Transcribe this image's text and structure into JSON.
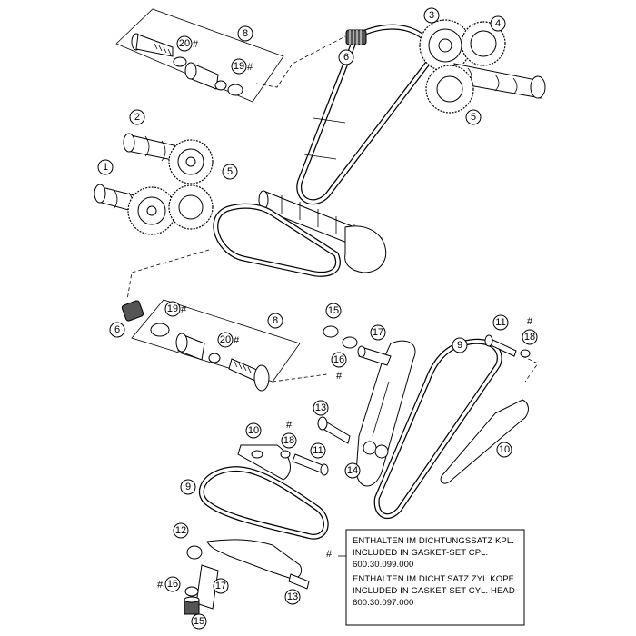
{
  "callouts": {
    "c1": "1",
    "c2": "2",
    "c3": "3",
    "c4": "4",
    "c5a": "5",
    "c5b": "5",
    "c6a": "6",
    "c6b": "6",
    "c8a": "8",
    "c8b": "8",
    "c9a": "9",
    "c9b": "9",
    "c10a": "10",
    "c10b": "10",
    "c11a": "11",
    "c11b": "11",
    "c12": "12",
    "c13a": "13",
    "c13b": "13",
    "c14": "14",
    "c15a": "15",
    "c15b": "15",
    "c16a": "16",
    "c16b": "16",
    "c17a": "17",
    "c17b": "17",
    "c18a": "18",
    "c18b": "18",
    "c19a": "19",
    "c19b": "19",
    "c20a": "20",
    "c20b": "20"
  },
  "hash": "#",
  "legend": {
    "marker": "#",
    "line1": "ENTHALTEN IM DICHTUNGSSATZ KPL.",
    "line2": "INCLUDED IN GASKET-SET CPL.",
    "line3": "600.30.099.000",
    "line4": "ENTHALTEN IM DICHT.SATZ ZYL.KOPF",
    "line5": "INCLUDED IN GASKET-SET CYL. HEAD",
    "line6": "600.30.097.000"
  }
}
